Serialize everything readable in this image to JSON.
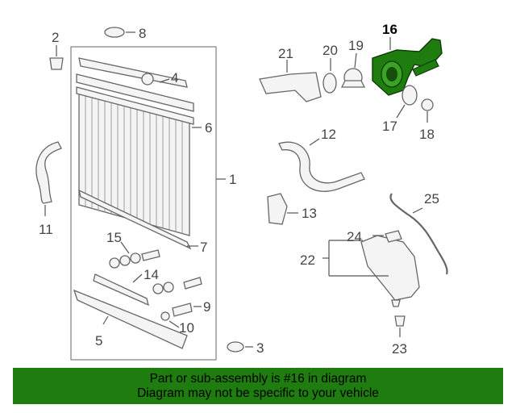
{
  "callouts": {
    "c1": "1",
    "c2": "2",
    "c3": "3",
    "c4": "4",
    "c5": "5",
    "c6": "6",
    "c7": "7",
    "c8": "8",
    "c9": "9",
    "c10": "10",
    "c11": "11",
    "c12": "12",
    "c13": "13",
    "c14": "14",
    "c15": "15",
    "c16": "16",
    "c17": "17",
    "c18": "18",
    "c19": "19",
    "c20": "20",
    "c21": "21",
    "c22": "22",
    "c23": "23",
    "c24": "24",
    "c25": "25"
  },
  "highlight_part": "16",
  "colors": {
    "highlight": "#1f7d10",
    "banner": "#1f7d10"
  },
  "banner": {
    "line1": "Part or sub-assembly is #16 in diagram",
    "line2": "Diagram may not be specific to your vehicle"
  }
}
